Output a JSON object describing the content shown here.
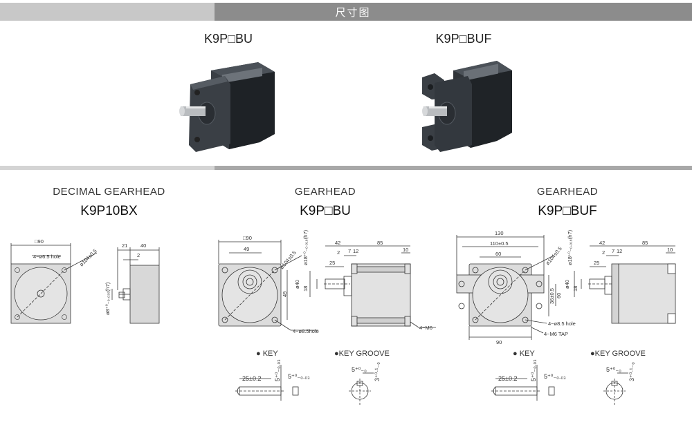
{
  "header": {
    "title": "尺寸图"
  },
  "products": [
    {
      "label": "K9P□BU"
    },
    {
      "label": "K9P□BUF"
    }
  ],
  "sections": [
    {
      "subtitle": "DECIMAL  GEARHEAD",
      "title": "K9P10BX"
    },
    {
      "subtitle": "GEARHEAD",
      "title": "K9P□BU"
    },
    {
      "subtitle": "GEARHEAD",
      "title": "K9P□BUF"
    }
  ],
  "details": {
    "key_label": "● KEY",
    "key_groove_label": "●KEY  GROOVE"
  },
  "dims": {
    "d1_square": "□90",
    "d1_hole": "4−ø6.5 hole",
    "d1_pcd": "ø104±0.5",
    "d1_21": "21",
    "d1_40": "40",
    "d1_2": "2",
    "d1_shaft": "ø8⁺⁰₋₀.₀₃₅(h7)",
    "d2_square": "□90",
    "d2_49a": "49",
    "d2_49b": "49",
    "d2_pcd": "ø104±0.5",
    "d2_shaft": "ø18⁺⁰₋₀.₀₁₈(h7)",
    "d2_hole": "4−ø8.5hole",
    "d2_40": "ø40",
    "d2_18": "18",
    "d2_42": "42",
    "d2_2": "2",
    "d2_25": "25",
    "d2_7": "7",
    "d2_12": "12",
    "d2_85": "85",
    "d2_10": "10",
    "d2_m6": "4−M6",
    "d3_130": "130",
    "d3_110": "110±0.5",
    "d3_60": "60",
    "d3_pcd": "ø104±0.5",
    "d3_shaft": "ø18⁺⁰₋₀.₀₁₈(h7)",
    "d3_36": "36±0.5",
    "d3_60b": "60",
    "d3_40": "ø40",
    "d3_18": "18",
    "d3_hole": "4−ø8.5 hole",
    "d3_tap": "4−M6 TAP",
    "d3_90": "90",
    "d3_42": "42",
    "d3_2": "2",
    "d3_25": "25",
    "d3_7": "7",
    "d3_12": "12",
    "d3_85": "85",
    "d3_10": "10",
    "k_25": "25±0.2",
    "k_5a": "5⁺⁰₋₀.₀₃",
    "k_5b": "5⁺⁰₋₀.₀₃",
    "g_5": "5⁺⁰₋₀",
    "g_3": "3⁺⁰·¹₋₀"
  },
  "colors": {
    "header_dark": "#8c8c8c",
    "header_light": "#c8c8c8",
    "motor_body": "#3a3f45"
  }
}
